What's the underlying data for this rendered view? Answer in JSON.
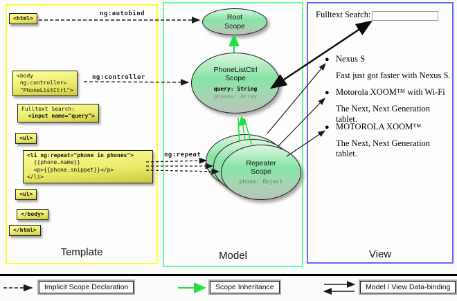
{
  "panels": {
    "template": {
      "title": "Template"
    },
    "model": {
      "title": "Model"
    },
    "view": {
      "title": "View"
    }
  },
  "template": {
    "boxes": {
      "html_open": "<html>",
      "body_open": "<body\n ng:controller=\n \"PhoneListCtrl\">",
      "fulltext_label": "Fulltext Search:",
      "fulltext_input": "  <input name=\"query\">",
      "ul_open": "<ul>",
      "li_repeat_head": "<li ng:repeat=\"phone in phones\">",
      "li_repeat_rest": "  {{phone.name}}\n  <p>{{phone.snippet}}</p>\n</li>",
      "ul_close": "<ul>",
      "body_close": "</body>",
      "html_close": "</html>"
    },
    "connector_labels": {
      "autobind": "ng:autobind",
      "controller": "ng:controller",
      "repeat": "ng:repeat"
    }
  },
  "model": {
    "root_scope": {
      "title": "Root\nScope"
    },
    "phonelist_scope": {
      "title": "PhoneListCtrl\nScope",
      "prop_query": "query: String",
      "prop_phones": "phones: Array"
    },
    "repeater_scope": {
      "title": "Repeater\nScope",
      "prop_phone": "phone: Object"
    }
  },
  "view": {
    "search_label": "Fulltext Search:",
    "search_value": "",
    "items": [
      {
        "name": "Nexus S",
        "desc": "Fast just got faster with Nexus S."
      },
      {
        "name": "Motorola XOOM™  with Wi-Fi",
        "desc": "The Next, Next Generation tablet."
      },
      {
        "name": "MOTOROLA XOOM™",
        "desc": "The Next, Next Generation tablet."
      }
    ]
  },
  "legend": [
    {
      "label": "Implicit Scope Declaration"
    },
    {
      "label": "Scope Inheritance"
    },
    {
      "label": "Model / View Data-binding"
    }
  ],
  "colors": {
    "template_border": "#ffff33",
    "model_border": "#66ff99",
    "view_border": "#6666ff",
    "code_box_fill": "#ecec6e",
    "scope_fill": "#86e3a5",
    "inheritance_arrow": "#22dd44",
    "connector_black": "#1a1a1a"
  }
}
